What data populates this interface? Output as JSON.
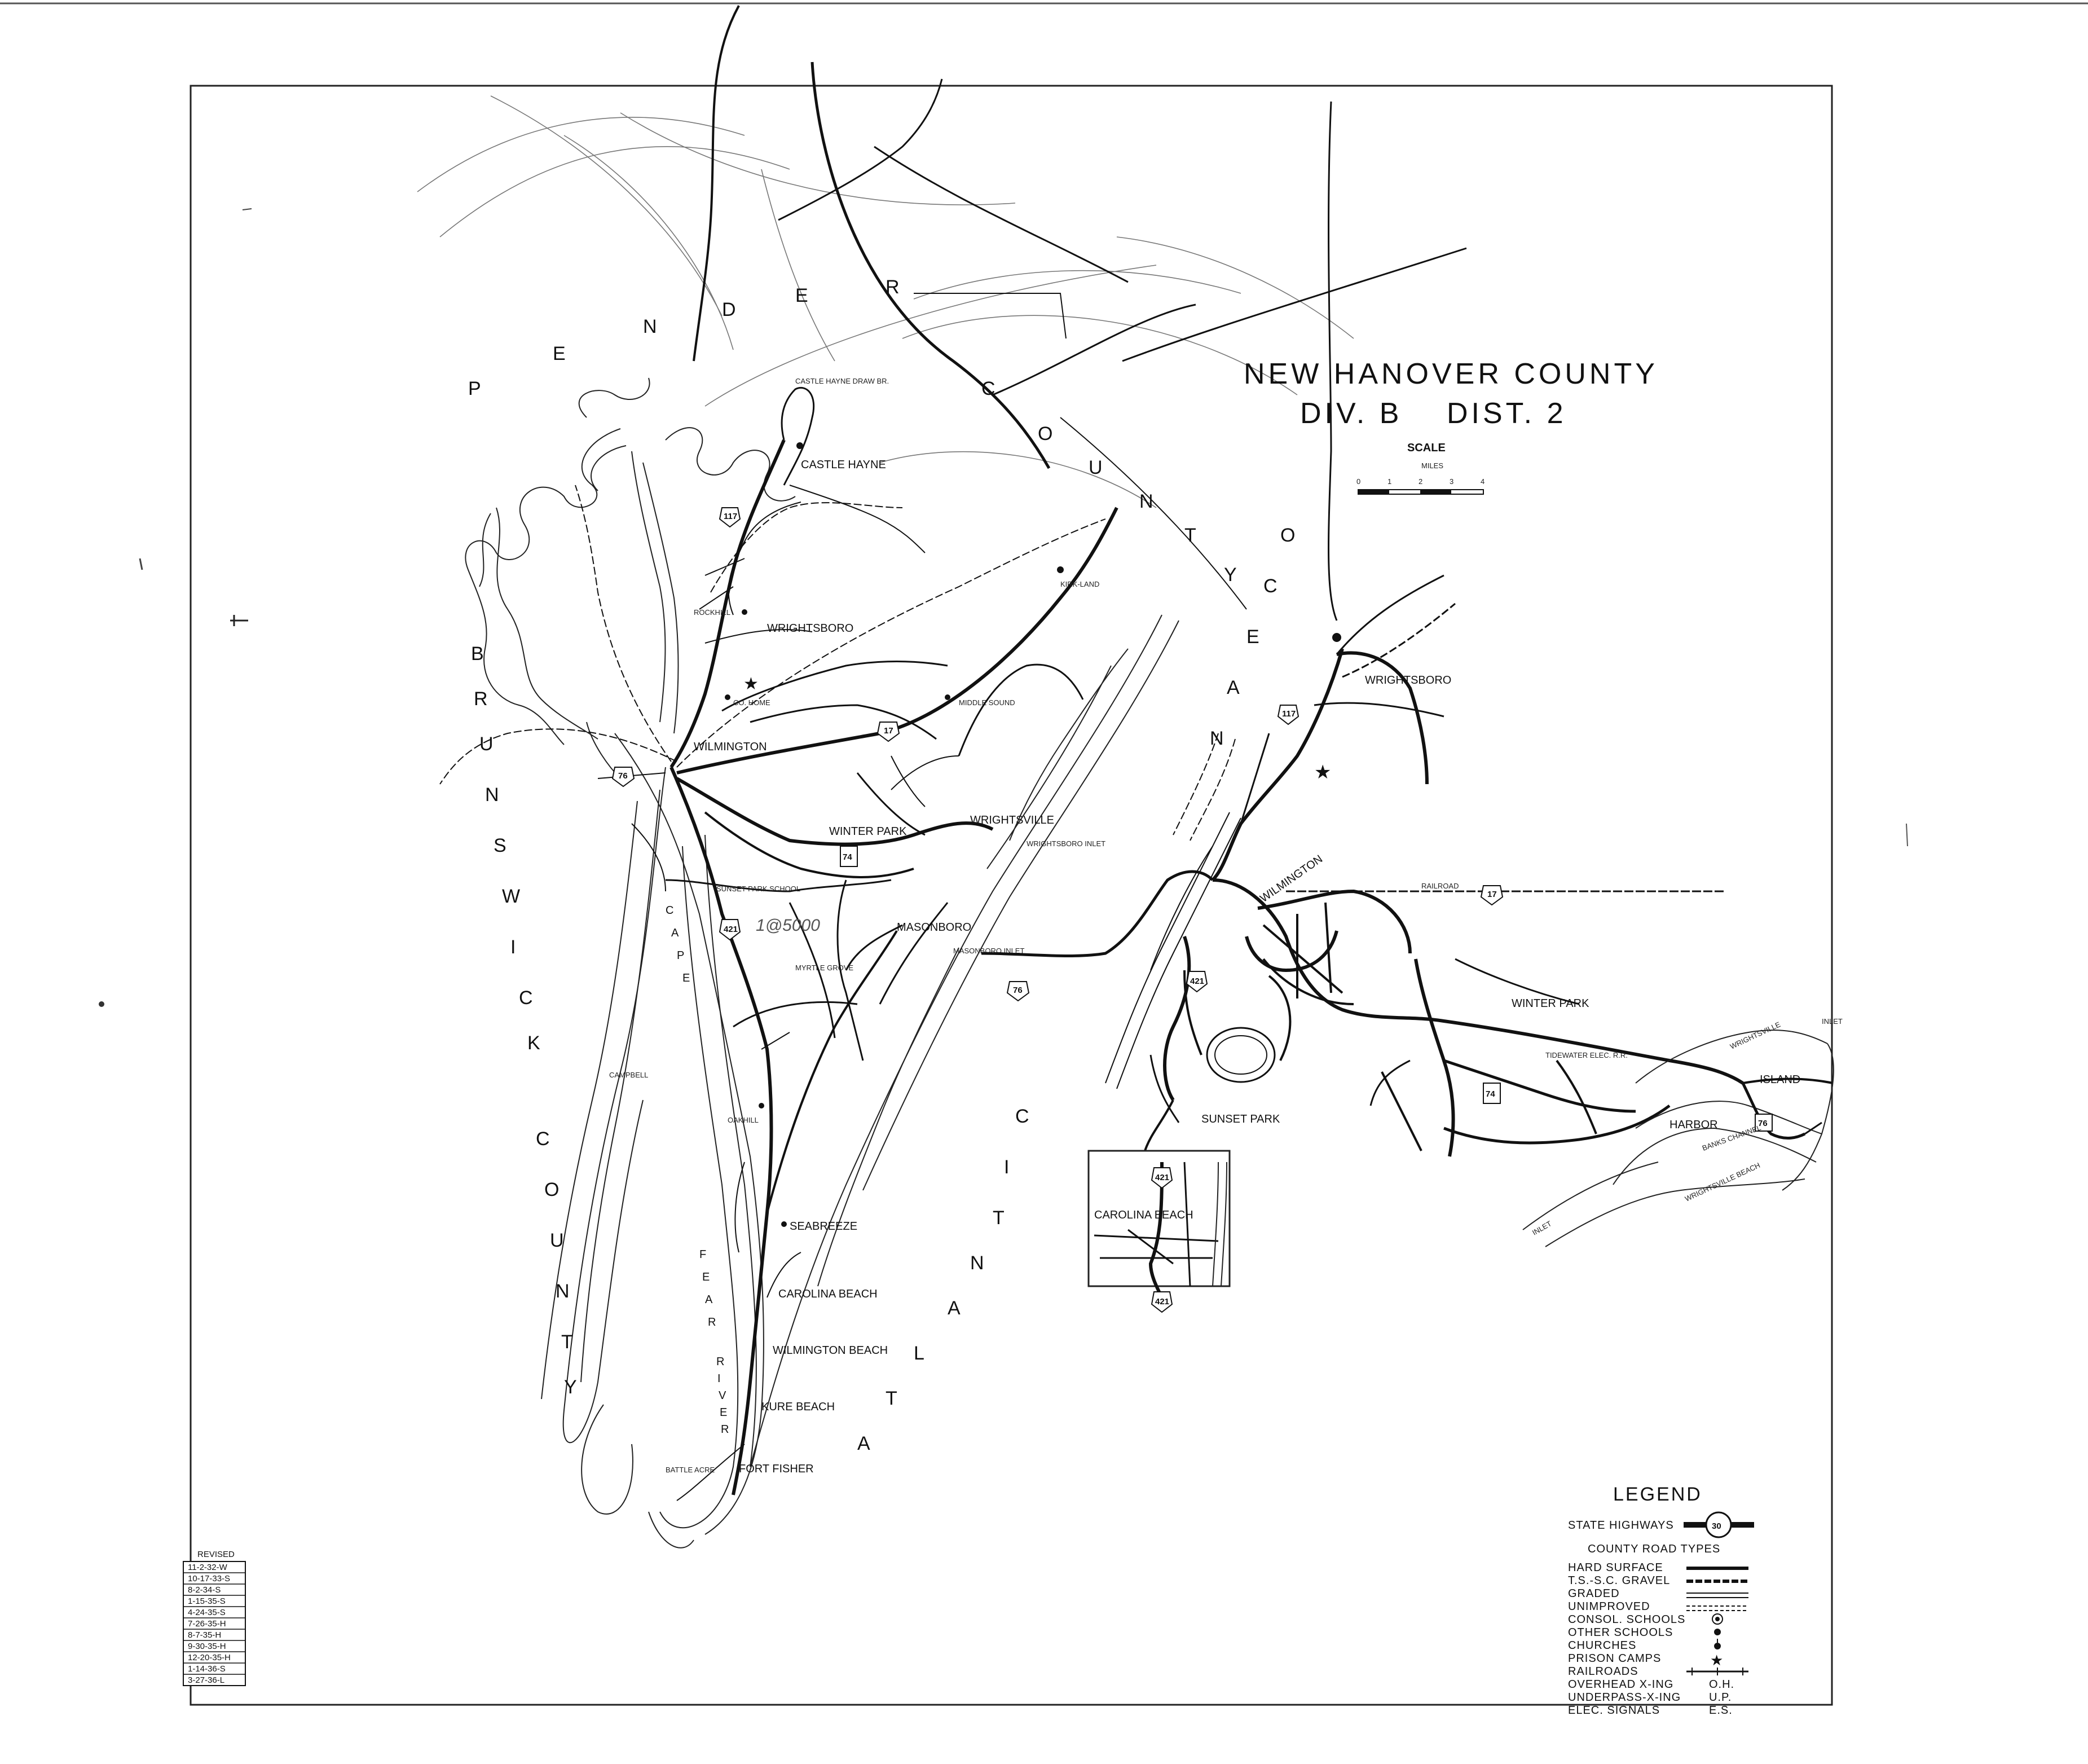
{
  "title": {
    "line1": "NEW HANOVER COUNTY",
    "div": "DIV. B",
    "dist": "DIST. 2"
  },
  "scale": {
    "label": "SCALE",
    "unit": "MILES",
    "ticks": [
      "0",
      "1",
      "2",
      "3",
      "4"
    ]
  },
  "water_labels": {
    "ocean": [
      "O",
      "C",
      "E",
      "A",
      "N"
    ],
    "atlantic": [
      "A",
      "T",
      "L",
      "A",
      "N",
      "T",
      "I",
      "C"
    ],
    "river": [
      "R",
      "I",
      "V",
      "E",
      "R"
    ],
    "cape_fear": [
      "C",
      "A",
      "P",
      "E",
      "F",
      "E",
      "A",
      "R"
    ]
  },
  "county_labels": {
    "pender": [
      "P",
      "E",
      "N",
      "D",
      "E",
      "R"
    ],
    "county_top": [
      "C",
      "O",
      "U",
      "N",
      "T",
      "Y"
    ],
    "brunswick": [
      "B",
      "R",
      "U",
      "N",
      "S",
      "W",
      "I",
      "C",
      "K"
    ],
    "county_left": [
      "C",
      "O",
      "U",
      "N",
      "T",
      "Y"
    ]
  },
  "places": {
    "castle_hayne_draw": "CASTLE HAYNE DRAW BR.",
    "castle_hayne": "CASTLE HAYNE",
    "rockhill": "ROCKHILL",
    "wrightsboro": "WRIGHTSBORO",
    "kirkland": "KIRK-LAND",
    "co_home": "CO. HOME",
    "wilmington": "WILMINGTON",
    "middle_sound": "MIDDLE SOUND",
    "winter_park": "WINTER PARK",
    "wrightsville": "WRIGHTSVILLE",
    "wrightsboro_inlet": "WRIGHTSBORO INLET",
    "sunset_park_school": "SUNSET PARK SCHOOL",
    "masonboro": "MASONBORO",
    "masonboro_inlet": "MASONBORO INLET",
    "myrtle_grove": "MYRTLE GROVE",
    "campbell": "CAMPBELL",
    "oakhill": "OAKHILL",
    "seabreeze": "SEABREEZE",
    "carolina_beach": "CAROLINA BEACH",
    "wilmington_beach": "WILMINGTON BEACH",
    "kure_beach": "KURE BEACH",
    "fort_fisher": "FORT FISHER",
    "battle_acre": "BATTLE ACRE",
    "hand_note": "1@5000"
  },
  "inset_city": {
    "wrightsboro": "WRIGHTSBORO",
    "wilmington": "WILMINGTON",
    "winter_park": "WINTER PARK",
    "sunset_park": "SUNSET PARK",
    "railroad": "RAILROAD",
    "wrightsville": "WRIGHTSVILLE",
    "harbor": "HARBOR",
    "island": "ISLAND",
    "banks_channel": "BANKS CHANNEL",
    "wrightsville_beach": "WRIGHTSVILLE BEACH",
    "inlet": "INLET",
    "tidewater": "TIDEWATER ELEC. R.R."
  },
  "inset_beach": {
    "carolina_beach": "CAROLINA BEACH"
  },
  "shields": {
    "us117": "117",
    "us421": "421",
    "us76": "76",
    "us17": "17",
    "nc74": "74",
    "nc30": "30"
  },
  "legend": {
    "title": "LEGEND",
    "state_highways": "STATE HIGHWAYS",
    "shield_number": "30",
    "county_road_types": "COUNTY ROAD TYPES",
    "items": [
      {
        "label": "HARD SURFACE",
        "symbol": "hard"
      },
      {
        "label": "T.S.-S.C. GRAVEL",
        "symbol": "gravel"
      },
      {
        "label": "GRADED",
        "symbol": "graded"
      },
      {
        "label": "UNIMPROVED",
        "symbol": "unimproved"
      },
      {
        "label": "CONSOL. SCHOOLS",
        "symbol": "consol"
      },
      {
        "label": "OTHER SCHOOLS",
        "symbol": "school"
      },
      {
        "label": "CHURCHES",
        "symbol": "church"
      },
      {
        "label": "PRISON CAMPS",
        "symbol": "star"
      },
      {
        "label": "RAILROADS",
        "symbol": "railroad"
      },
      {
        "label": "OVERHEAD X-ING",
        "symbol": "O.H."
      },
      {
        "label": "UNDERPASS-X-ING",
        "symbol": "U.P."
      },
      {
        "label": "ELEC. SIGNALS",
        "symbol": "E.S."
      }
    ]
  },
  "revised": {
    "title": "REVISED",
    "entries": [
      "11-2-32-W",
      "10-17-33-S",
      "8-2-34-S",
      "1-15-35-S",
      "4-24-35-S",
      "7-26-35-H",
      "8-7-35-H",
      "9-30-35-H",
      "12-20-35-H",
      "1-14-36-S",
      "3-27-36-L"
    ]
  },
  "colors": {
    "ink": "#111111",
    "pencil": "#777777",
    "paper": "#ffffff"
  }
}
